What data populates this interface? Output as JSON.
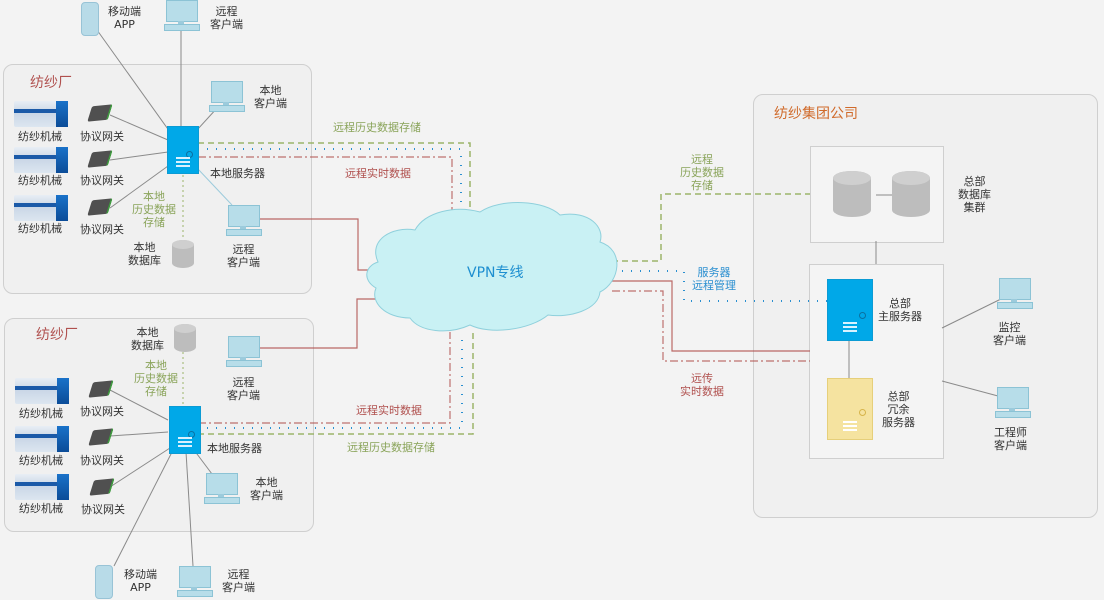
{
  "colors": {
    "background": "#f3f3f3",
    "server_blue": "#00a8e8",
    "redundant_server": "#f5e3a0",
    "cloud": "#c9f1f4",
    "remote_history_line": "#9cb56a",
    "remote_realtime_line": "#b0504e",
    "remote_mgmt_line": "#2a8fd0",
    "factory_title": "#b0504e",
    "company_title": "#d06a2a"
  },
  "factory_top": {
    "title": "纺纱厂",
    "machines": [
      "纺纱机械",
      "纺纱机械",
      "纺纱机械"
    ],
    "gateways": [
      "协议网关",
      "协议网关",
      "协议网关"
    ],
    "server": "本地服务器",
    "local_client": "本地\n客户端",
    "remote_client": "远程\n客户端",
    "local_db": "本地\n数据库",
    "local_history": "本地\n历史数据\n存储",
    "outside_mobile": "移动端\nAPP",
    "outside_remote_client": "远程\n客户端"
  },
  "factory_bottom": {
    "title": "纺纱厂",
    "machines": [
      "纺纱机械",
      "纺纱机械",
      "纺纱机械"
    ],
    "gateways": [
      "协议网关",
      "协议网关",
      "协议网关"
    ],
    "server": "本地服务器",
    "local_client": "本地\n客户端",
    "remote_client": "远程\n客户端",
    "local_db": "本地\n数据库",
    "local_history": "本地\n历史数据\n存储",
    "outside_mobile": "移动端\nAPP",
    "outside_remote_client": "远程\n客户端"
  },
  "links": {
    "top_history": "远程历史数据存储",
    "top_realtime": "远程实时数据",
    "bottom_realtime": "远程实时数据",
    "bottom_history": "远程历史数据存储",
    "right_history": "远程\n历史数据\n存储",
    "right_mgmt": "服务器\n远程管理",
    "right_realtime": "远传\n实时数据"
  },
  "cloud": {
    "label": "VPN专线"
  },
  "company": {
    "title": "纺纱集团公司",
    "db_cluster": "总部\n数据库\n集群",
    "main_server": "总部\n主服务器",
    "redundant_server": "总部\n冗余\n服务器",
    "monitor_client": "监控\n客户端",
    "engineer_client": "工程师\n客户端"
  }
}
